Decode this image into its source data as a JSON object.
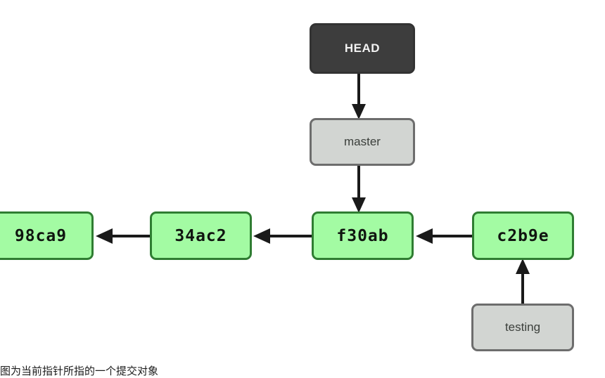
{
  "diagram": {
    "title": "Git HEAD branch pointer diagram",
    "background_color": "#ffffff",
    "colors": {
      "commit_fill": "#a3fba3",
      "commit_border": "#2f7d32",
      "ref_fill": "#d2d5d2",
      "ref_border": "#6d6d6d",
      "head_fill": "#3d3d3d",
      "head_border": "#333333",
      "head_text": "#f2f2f2",
      "arrow": "#1a1a1a"
    },
    "nodes": {
      "head": {
        "label": "HEAD",
        "type": "head-pointer"
      },
      "master": {
        "label": "master",
        "type": "branch-ref"
      },
      "testing": {
        "label": "testing",
        "type": "branch-ref"
      },
      "commit_98ca9": {
        "label": "98ca9",
        "type": "commit"
      },
      "commit_34ac2": {
        "label": "34ac2",
        "type": "commit"
      },
      "commit_f30ab": {
        "label": "f30ab",
        "type": "commit"
      },
      "commit_c2b9e": {
        "label": "c2b9e",
        "type": "commit"
      }
    },
    "edges": [
      {
        "name": "head-to-master",
        "from": "HEAD",
        "to": "master",
        "direction": "down"
      },
      {
        "name": "master-to-f30ab",
        "from": "master",
        "to": "f30ab",
        "direction": "down"
      },
      {
        "name": "testing-to-c2b9e",
        "from": "testing",
        "to": "c2b9e",
        "direction": "up"
      },
      {
        "name": "34ac2-to-98ca9",
        "from": "34ac2",
        "to": "98ca9",
        "direction": "left"
      },
      {
        "name": "f30ab-to-34ac2",
        "from": "f30ab",
        "to": "34ac2",
        "direction": "left"
      },
      {
        "name": "c2b9e-to-f30ab",
        "from": "c2b9e",
        "to": "f30ab",
        "direction": "left"
      }
    ],
    "caption": "图为当前指针所指的一个提交对象"
  }
}
